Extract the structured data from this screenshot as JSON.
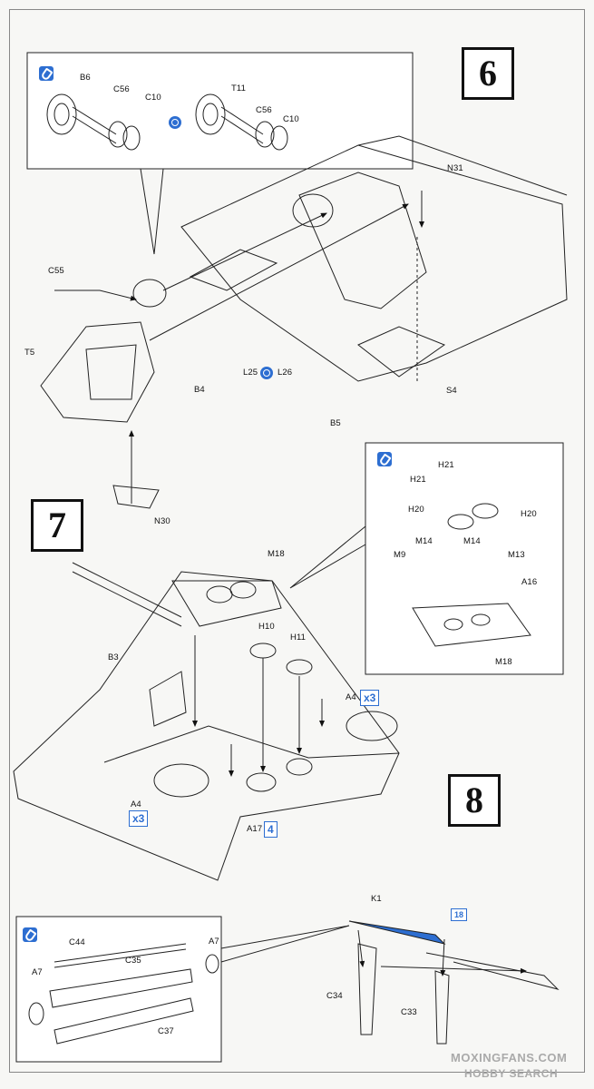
{
  "steps": {
    "six": "6",
    "seven": "7",
    "eight": "8"
  },
  "step6": {
    "inset_labels": {
      "b6": "B6",
      "c56_a": "C56",
      "c10_a": "C10",
      "t11": "T11",
      "c56_b": "C56",
      "c10_b": "C10"
    },
    "labels": {
      "n31": "N31",
      "c55": "C55",
      "t5": "T5",
      "b4": "B4",
      "l25": "L25",
      "l26": "L26",
      "b5": "B5",
      "s4": "S4",
      "n30": "N30"
    }
  },
  "step7": {
    "inset_labels": {
      "h21_a": "H21",
      "h21_b": "H21",
      "h20_a": "H20",
      "h20_b": "H20",
      "m14_a": "M14",
      "m14_b": "M14",
      "m9": "M9",
      "m13": "M13",
      "a16": "A16",
      "m18": "M18"
    },
    "labels": {
      "m18": "M18",
      "h10": "H10",
      "h11": "H11",
      "b3": "B3",
      "a4_right": "A4",
      "a4_left": "A4",
      "a17": "A17"
    },
    "quantities": {
      "a4_right": "x3",
      "a4_left": "x3",
      "a17": "4"
    }
  },
  "step8": {
    "inset_labels": {
      "c44": "C44",
      "c35": "C35",
      "a7_left": "A7",
      "a7_right": "A7",
      "c37": "C37"
    },
    "labels": {
      "k1": "K1",
      "k1_ref": "18",
      "c34": "C34",
      "c33": "C33"
    }
  },
  "watermark": {
    "line1": "MOXINGFANS.COM",
    "line2": "HOBBY SEARCH"
  },
  "colors": {
    "accent": "#2d6ed1",
    "ink": "#111111"
  }
}
